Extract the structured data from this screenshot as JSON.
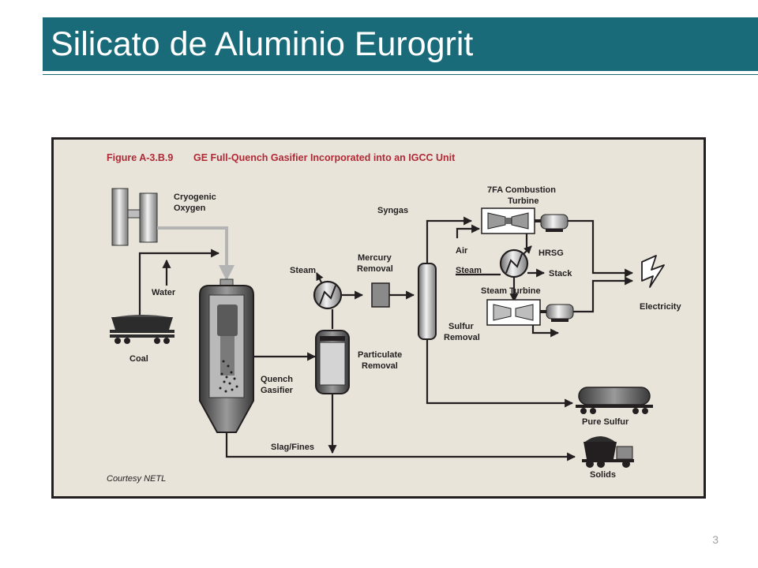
{
  "slide": {
    "title": "Silicato de Aluminio Eurogrit",
    "page_number": "3"
  },
  "figure": {
    "caption_number": "Figure A-3.B.9",
    "caption_title": "GE Full-Quench Gasifier Incorporated into an IGCC Unit",
    "credit": "Courtesy NETL",
    "labels": {
      "cryogenic": "Cryogenic",
      "oxygen": "Oxygen",
      "water": "Water",
      "coal": "Coal",
      "quench": "Quench",
      "gasifier": "Gasifier",
      "steam_left": "Steam",
      "mercury": "Mercury",
      "removal_mercury": "Removal",
      "particulate": "Particulate",
      "removal_particulate": "Removal",
      "syngas": "Syngas",
      "combustion_line1": "7FA Combustion",
      "combustion_line2": "Turbine",
      "air": "Air",
      "hrsg": "HRSG",
      "steam_right": "Steam",
      "stack": "Stack",
      "steam_turbine": "Steam Turbine",
      "sulfur": "Sulfur",
      "removal_sulfur": "Removal",
      "electricity": "Electricity",
      "pure_sulfur": "Pure Sulfur",
      "slag_fines": "Slag/Fines",
      "solids": "Solids"
    },
    "colors": {
      "background": "#e8e4da",
      "border": "#231f20",
      "caption": "#b02a36",
      "line": "#231f20",
      "oxygen_line": "#b4b4b4"
    }
  }
}
